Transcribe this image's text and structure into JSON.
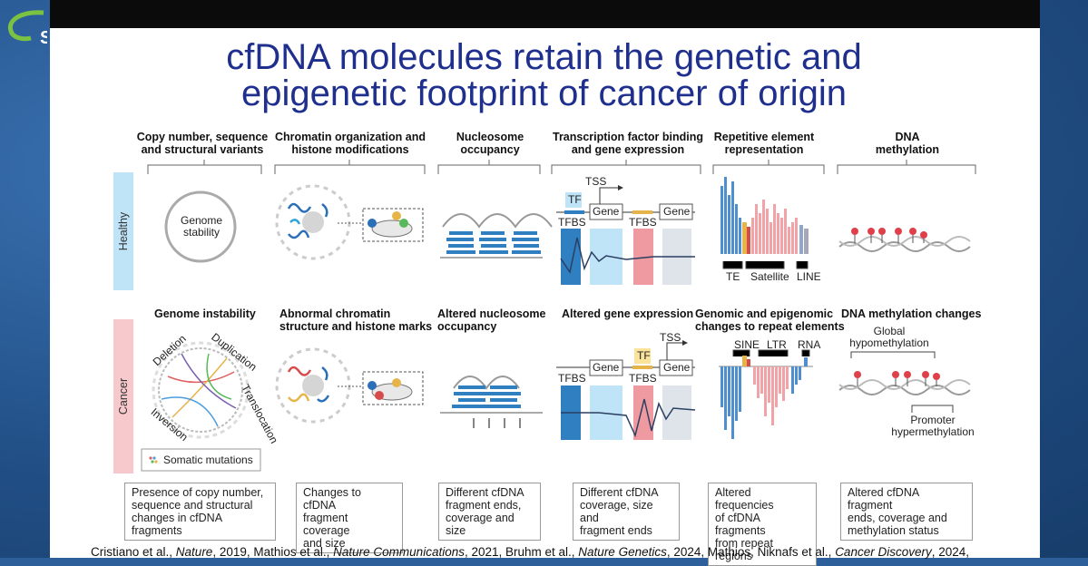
{
  "slide": {
    "title_line1": "cfDNA molecules retain the genetic and",
    "title_line2": "epigenetic footprint of cancer of origin",
    "row_labels": {
      "healthy": "Healthy",
      "cancer": "Cancer"
    },
    "columns": [
      {
        "top_line1": "Copy number, sequence",
        "top_line2": "and structural variants",
        "cancer_line1": "Genome instability",
        "cancer_line2": "",
        "caption": [
          "Presence of copy number,",
          "sequence and structural",
          "changes in cfDNA fragments"
        ]
      },
      {
        "top_line1": "Chromatin organization and",
        "top_line2": "histone modifications",
        "cancer_line1": "Abnormal chromatin",
        "cancer_line2": "structure and histone marks",
        "caption": [
          "Changes to cfDNA",
          "fragment coverage",
          "and size"
        ]
      },
      {
        "top_line1": "Nucleosome",
        "top_line2": "occupancy",
        "cancer_line1": "Altered nucleosome",
        "cancer_line2": "occupancy",
        "caption": [
          "Different cfDNA",
          "fragment ends,",
          "coverage and size"
        ]
      },
      {
        "top_line1": "Transcription factor binding",
        "top_line2": "and gene expression",
        "cancer_line1": "Altered gene expression",
        "cancer_line2": "",
        "caption": [
          "Different cfDNA",
          "coverage, size and",
          "fragment ends"
        ]
      },
      {
        "top_line1": "Repetitive element",
        "top_line2": "representation",
        "cancer_line1": "Genomic and epigenomic",
        "cancer_line2": "changes to repeat elements",
        "caption": [
          "Altered frequencies",
          "of cfDNA fragments",
          "from repeat regions"
        ]
      },
      {
        "top_line1": "DNA",
        "top_line2": "methylation",
        "cancer_line1": "DNA methylation changes",
        "cancer_line2": "",
        "caption": [
          "Altered cfDNA fragment",
          "ends, coverage and",
          "methylation status"
        ]
      }
    ],
    "labels": {
      "genome": "Genome",
      "stability": "stability",
      "deletion": "Deletion",
      "duplication": "Duplication",
      "translocation": "Translocation",
      "inversion": "Inversion",
      "somatic": "Somatic mutations",
      "tf": "TF",
      "tss": "TSS",
      "gene": "Gene",
      "tfbs": "TFBS",
      "te": "TE",
      "satellite": "Satellite",
      "line": "LINE",
      "sine": "SINE",
      "ltr": "LTR",
      "rna": "RNA",
      "global": "Global",
      "hypomethylation": "hypomethylation",
      "promoter": "Promoter",
      "hypermethylation": "hypermethylation"
    },
    "citation": [
      {
        "text": "Cristiano et al., ",
        "italic": false
      },
      {
        "text": "Nature",
        "italic": true
      },
      {
        "text": ", 2019, Mathios et al., ",
        "italic": false
      },
      {
        "text": "Nature Communications",
        "italic": true
      },
      {
        "text": ", 2021, Bruhm et al., ",
        "italic": false
      },
      {
        "text": "Nature Genetics",
        "italic": true
      },
      {
        "text": ", 2024, Mathios, Niknafs et al., ",
        "italic": false
      },
      {
        "text": "Cancer Discovery",
        "italic": true
      },
      {
        "text": ", 2024,",
        "italic": false
      }
    ],
    "colors": {
      "title": "#1f2f8e",
      "healthy_band": "#bfe3f7",
      "cancer_band": "#f7c9cc",
      "dna_blue": "#2f7fc1",
      "methyl_red": "#e0404a"
    }
  }
}
